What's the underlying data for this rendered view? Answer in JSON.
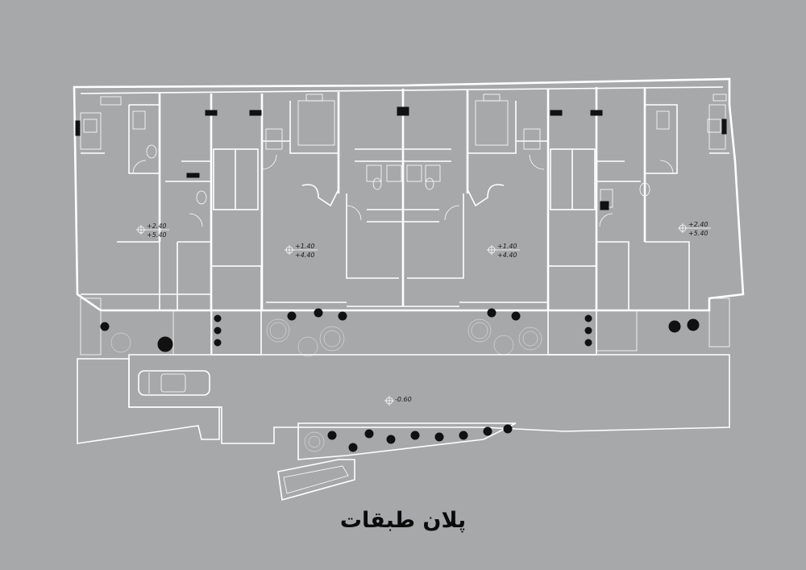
{
  "title": "پلان طبقات",
  "levels": {
    "unit_left_upper": "+2.40",
    "unit_left_lower": "+5.40",
    "unit_midleft_upper": "+1.40",
    "unit_midleft_lower": "+4.40",
    "unit_midright_upper": "+1.40",
    "unit_midright_lower": "+4.40",
    "unit_right_upper": "+2.40",
    "unit_right_lower": "+5.40",
    "yard": "-0.60"
  }
}
